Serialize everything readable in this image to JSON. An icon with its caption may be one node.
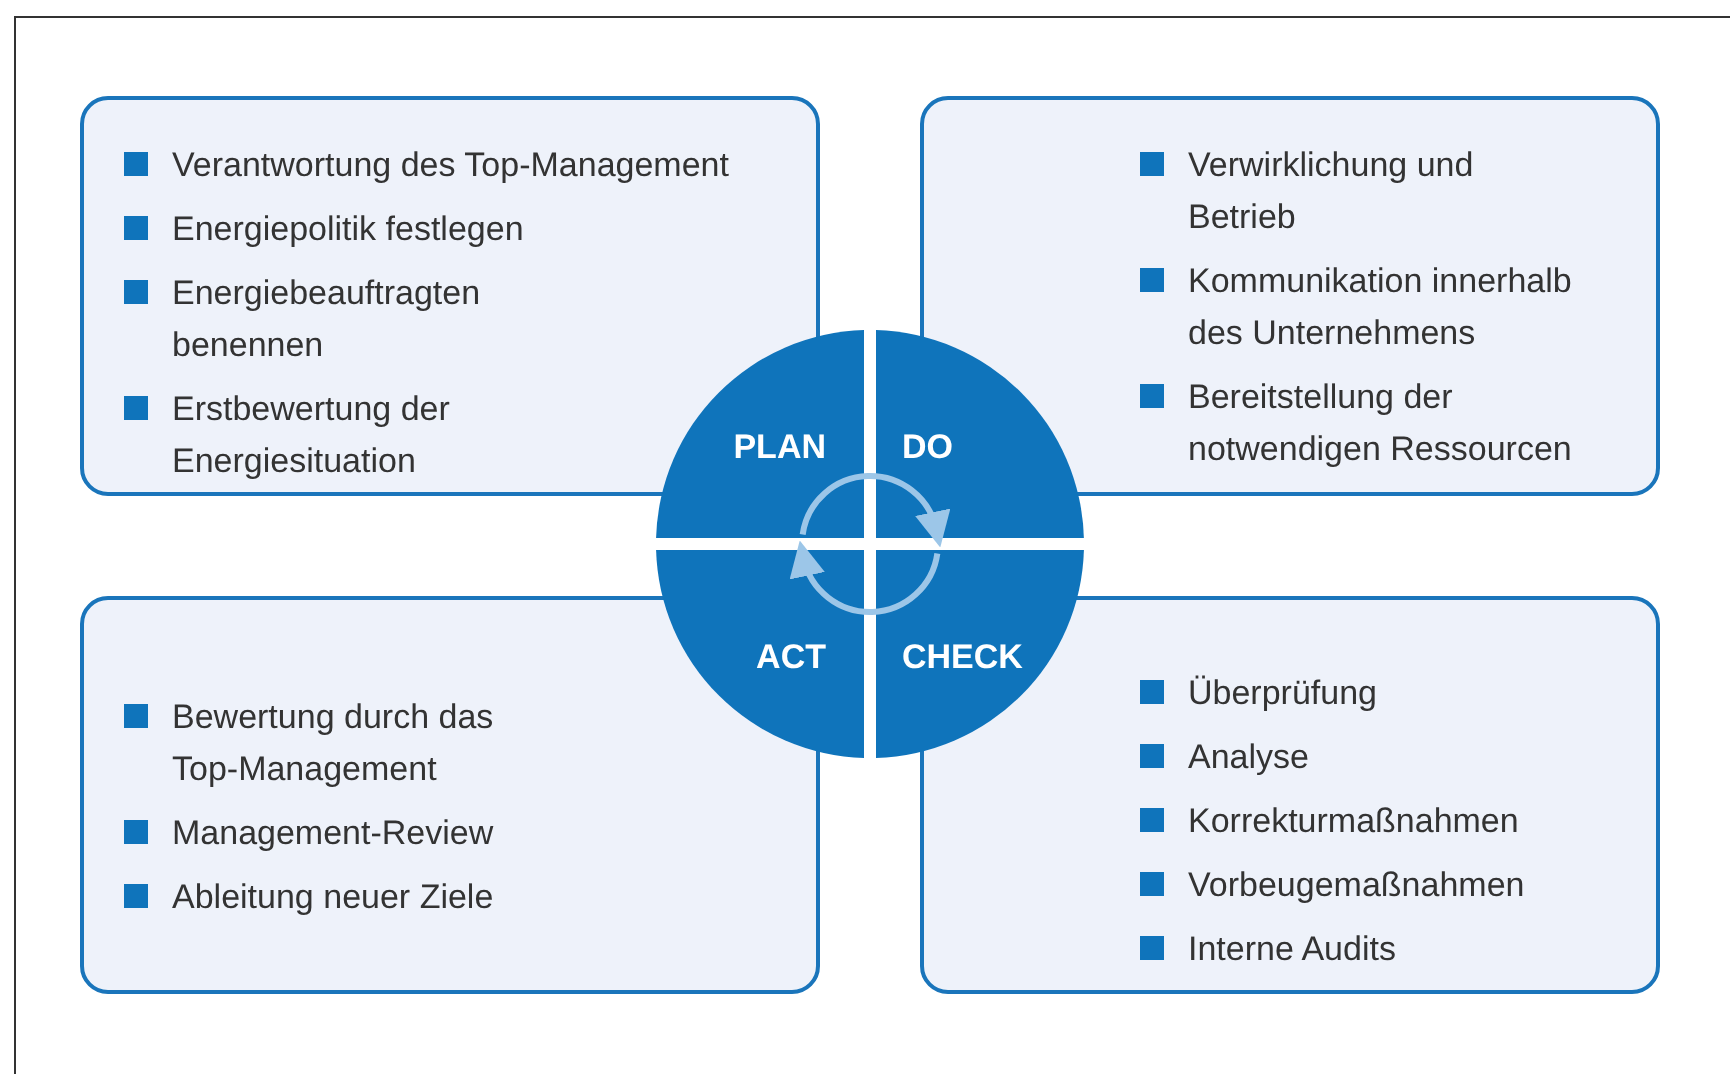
{
  "diagram": {
    "nodes": [
      {
        "text": [
          "Verantwortung des Top-Management",
          "Energiepolitik festlegen",
          "Energiebeauftragten benennen",
          "Erstbewertung der Energiesituation"
        ]
      },
      {
        "text": [
          "Verwirklichung und Betrieb",
          "Kommunikation innerhalb des Unternehmens",
          "Bereitstellung der notwendigen Ressourcen"
        ]
      },
      {
        "text": [
          "Bewertung durch das Top-Management",
          "Management-Review",
          "Ableitung neuer Ziele"
        ]
      },
      {
        "text": [
          "Überprüfung",
          "Analyse",
          "Korrekturmaßnahmen",
          "Vorbeugemaßnahmen",
          "Interne Audits"
        ]
      },
      {
        "text": [
          "PLAN"
        ]
      },
      {
        "text": [
          "DO"
        ]
      },
      {
        "text": [
          "ACT"
        ]
      },
      {
        "text": [
          "CHECK"
        ]
      }
    ],
    "edges": [
      {
        "from": 4,
        "to": 5,
        "arrow": "to"
      },
      {
        "from": 7,
        "to": 6,
        "arrow": "to"
      }
    ]
  }
}
